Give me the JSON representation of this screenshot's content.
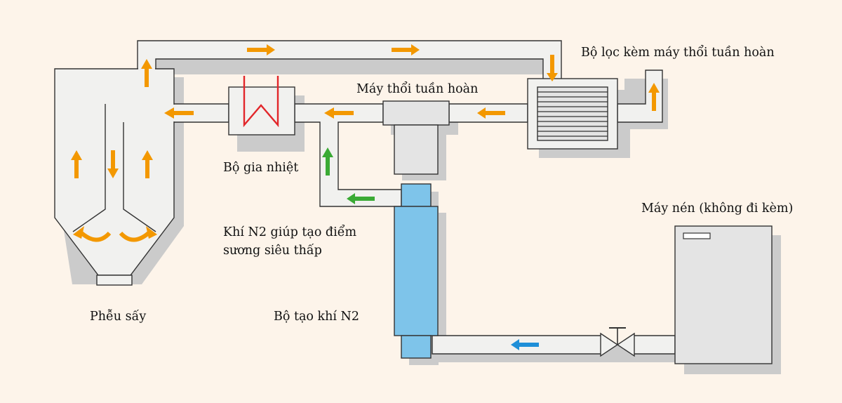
{
  "labels": {
    "dryer_hopper": "Phễu sấy",
    "heater": "Bộ gia nhiệt",
    "circulation_blower": "Máy thổi tuần hoàn",
    "filter_with_blower": "Bộ lọc kèm máy thổi tuần hoàn",
    "compressor": "Máy nén (không đi kèm)",
    "n2_generator": "Bộ tạo khí N2",
    "n2_note": "Khí N2 giúp tạo điểm sương siêu thấp"
  },
  "colors": {
    "background": "#fdf4ea",
    "pipe_fill": "#f1f1ef",
    "outline": "#333333",
    "shadow": "#cbcbcb",
    "equipment_fill": "#e4e4e4",
    "heater_coil": "#e2262a",
    "n2_generator": "#7ec4ea",
    "flow_hot_air": "#f39800",
    "flow_n2": "#3aaa35",
    "flow_compressed_air": "#1e8fd8"
  },
  "icons": {
    "flow_arrow": "arrow-icon",
    "curved_flow_arrow": "curved-arrow-icon",
    "valve": "valve-icon"
  }
}
